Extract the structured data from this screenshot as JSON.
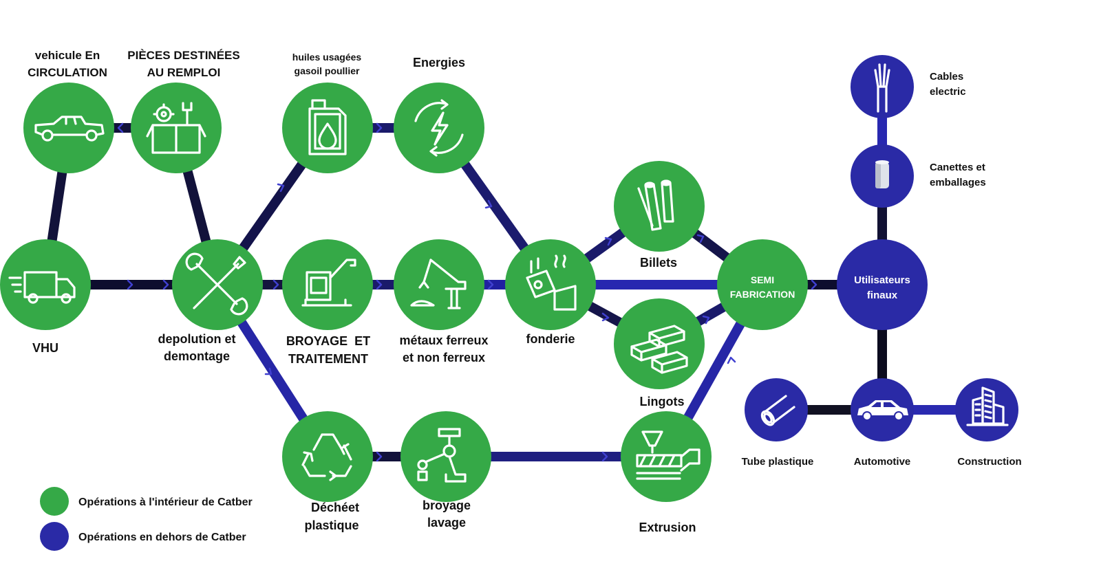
{
  "colors": {
    "inside": "#35a947",
    "outside": "#2a2aa6",
    "connector_dark": "#0d0d2e",
    "connector_blue": "#2323a0"
  },
  "nodes": {
    "vehicule": {
      "line1": "vehicule En",
      "line2": "CIRCULATION",
      "icon": "pickup-truck-icon"
    },
    "pieces": {
      "line1": "PIÈCES DESTINÉES",
      "line2": "AU REMPLOI",
      "icon": "toolbox-icon"
    },
    "huiles": {
      "line1": "huiles usagées",
      "line2": "gasoil poullier",
      "icon": "oil-can-icon"
    },
    "energies": {
      "line1": "Energies",
      "icon": "energy-cycle-icon"
    },
    "vhu": {
      "line1": "VHU",
      "icon": "delivery-truck-icon"
    },
    "depolution": {
      "line1": "depolution et",
      "line2": "demontage",
      "icon": "wrench-screwdriver-icon"
    },
    "broyage": {
      "line1": "BROYAGE  ET",
      "line2": "TRAITEMENT",
      "icon": "shredder-machine-icon"
    },
    "metaux": {
      "line1": "métaux ferreux",
      "line2": "et non ferreux",
      "icon": "scrap-crane-icon"
    },
    "fonderie": {
      "line1": "fonderie",
      "icon": "foundry-ladle-icon"
    },
    "billets": {
      "line1": "Billets",
      "icon": "billets-icon"
    },
    "lingots": {
      "line1": "Lingots",
      "icon": "ingots-icon"
    },
    "semi": {
      "line1": "SEMI",
      "line2": "FABRICATION"
    },
    "dechet": {
      "line1": "Déchéet",
      "line2": "plastique",
      "icon": "recycle-icon"
    },
    "broyage_lavage": {
      "line1": "broyage",
      "line2": "lavage",
      "icon": "robot-arm-icon"
    },
    "extrusion": {
      "line1": "Extrusion",
      "icon": "extruder-icon"
    },
    "utilisateurs": {
      "line1": "Utilisateurs",
      "line2": "finaux"
    },
    "cables": {
      "line1": "Cables",
      "line2": "electric",
      "icon": "cable-icon"
    },
    "canettes": {
      "line1": "Canettes et",
      "line2": "emballages",
      "icon": "can-icon"
    },
    "tube": {
      "line1": "Tube plastique",
      "icon": "pipe-icon"
    },
    "automotive": {
      "line1": "Automotive",
      "icon": "car-icon"
    },
    "construction": {
      "line1": "Construction",
      "icon": "buildings-icon"
    }
  },
  "legend": {
    "inside": "Opérations à l'intérieur de Catber",
    "outside": "Opérations en dehors de Catber"
  }
}
